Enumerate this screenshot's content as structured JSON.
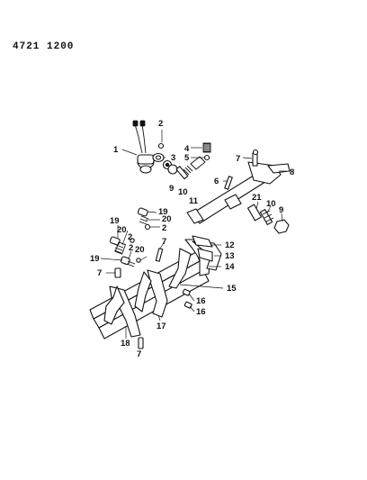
{
  "header": {
    "part_code": "4721 1200"
  },
  "callouts": {
    "c1": "1",
    "c2a": "2",
    "c3": "3",
    "c4": "4",
    "c5": "5",
    "c7a": "7",
    "c8": "8",
    "c9a": "9",
    "c10a": "10",
    "c11": "11",
    "c6": "6",
    "c21": "21",
    "c10b": "10",
    "c9b": "9",
    "c19a": "19",
    "c20a": "20",
    "c2b": "2",
    "c19b": "19",
    "c20b": "20",
    "c2c": "2",
    "c19c": "19",
    "c2d": "2",
    "c20c": "20",
    "c7b": "7",
    "c12": "12",
    "c13": "13",
    "c14": "14",
    "c7c": "7",
    "c15": "15",
    "c16a": "16",
    "c16b": "16",
    "c18": "18",
    "c17": "17",
    "c7d": "7"
  }
}
